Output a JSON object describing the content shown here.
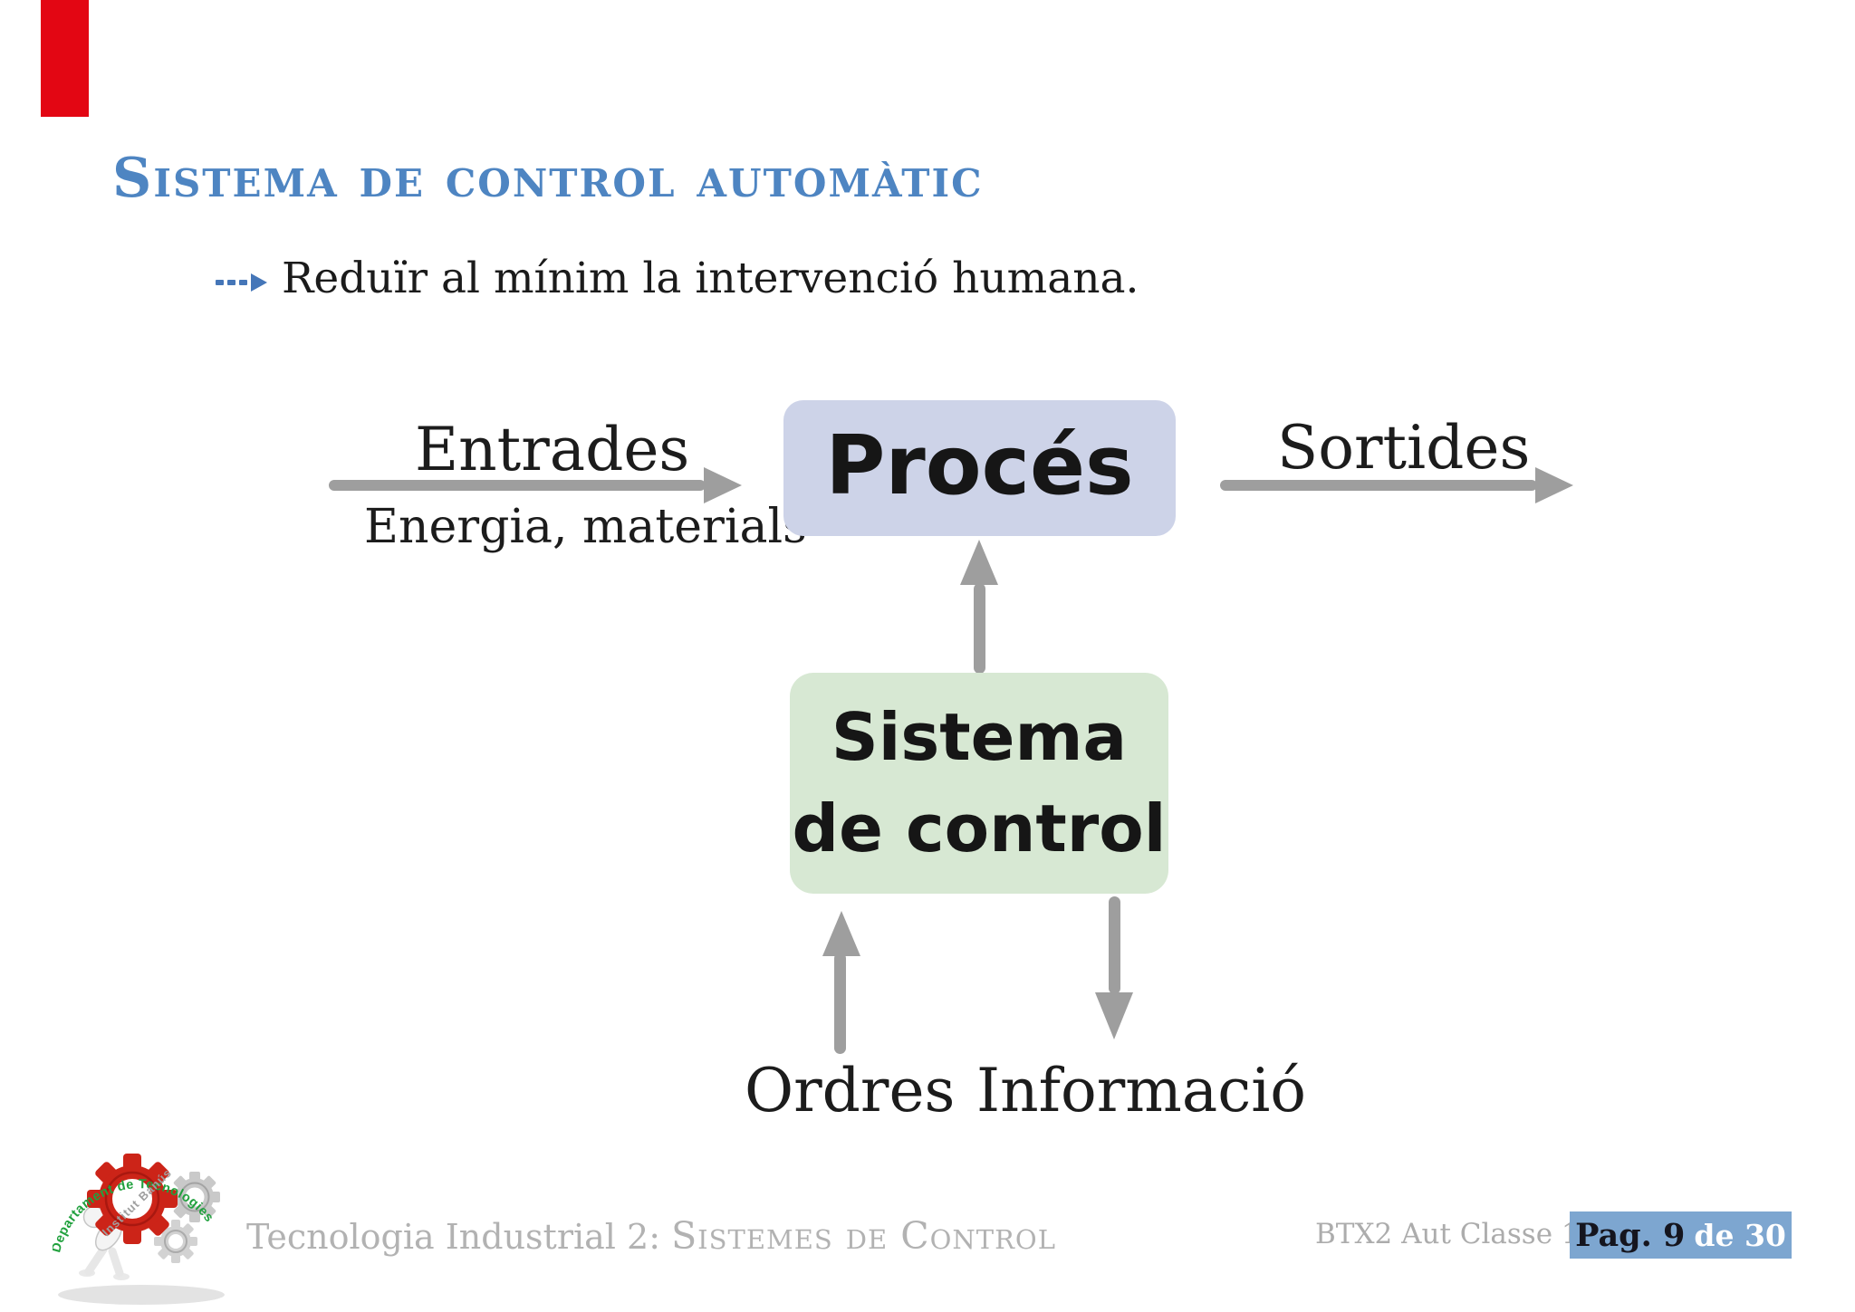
{
  "slide": {
    "title": "Sistema de control automàtic",
    "bullet": "Reduïr al mínim la intervenció humana.",
    "diagram": {
      "entrades_label": "Entrades",
      "entrades_sub": "Energia, materials",
      "proces_label": "Procés",
      "sortides_label": "Sortides",
      "sistema_lines": [
        "Sistema",
        "de control"
      ],
      "ordres_label": "Ordres",
      "informacio_label": "Informació"
    },
    "footer": {
      "logo_arc_text": "Departament de Tecnologies",
      "logo_inner_text": "Institut Banús",
      "course_prefix": "Tecnologia Industrial 2: ",
      "course_name": "Sistemes de Control",
      "class_code": "BTX2 Aut Classe 1415",
      "page_label": "Pag. 9",
      "page_total": "de 30"
    },
    "colors": {
      "title_blue": "#4e85c2",
      "bullet_arrow_blue": "#4576b8",
      "proces_fill": "#cdd3e8",
      "sistema_fill": "#d7e8d3",
      "arrow_gray": "#9e9e9e",
      "page_box_blue": "#7da6d0",
      "accent_red": "#e30613",
      "footer_gray": "#b2b2b2",
      "logo_green": "#21a13e",
      "logo_red": "#cc2418"
    }
  }
}
